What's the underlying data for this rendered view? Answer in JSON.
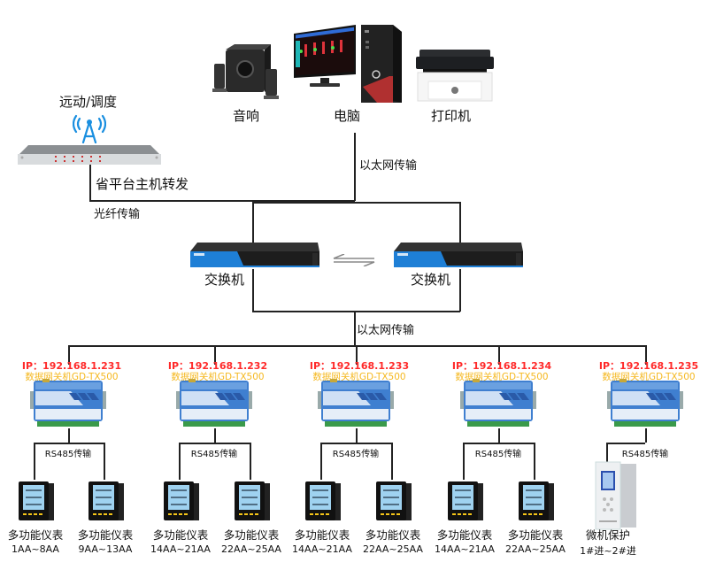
{
  "colors": {
    "ip_text": "#ff2a2a",
    "gateway_text": "#f5b820",
    "line": "#222222",
    "switch_accent": "#1e7fd6",
    "antenna": "#1a8fe0"
  },
  "top_devices": {
    "speaker_label": "音响",
    "computer_label": "电脑",
    "printer_label": "打印机"
  },
  "dispatch": {
    "title": "远动/调度",
    "host_label": "省平台主机转发",
    "fiber_label": "光纤传输"
  },
  "links": {
    "ethernet_top": "以太网传输",
    "ethernet_bottom": "以太网传输"
  },
  "switches": [
    {
      "label": "交换机"
    },
    {
      "label": "交换机"
    }
  ],
  "redundancy_icon": "bidirectional-arrows-icon",
  "gateways": [
    {
      "ip": "IP：192.168.1.231",
      "name": "数据网关机GD-TX500",
      "bus_label": "RS485传输",
      "devices": [
        {
          "type": "meter",
          "label": "多功能仪表",
          "range": "1AA~8AA"
        },
        {
          "type": "meter",
          "label": "多功能仪表",
          "range": "9AA~13AA"
        }
      ]
    },
    {
      "ip": "IP：192.168.1.232",
      "name": "数据网关机GD-TX500",
      "bus_label": "RS485传输",
      "devices": [
        {
          "type": "meter",
          "label": "多功能仪表",
          "range": "14AA~21AA"
        },
        {
          "type": "meter",
          "label": "多功能仪表",
          "range": "22AA~25AA"
        }
      ]
    },
    {
      "ip": "IP：192.168.1.233",
      "name": "数据网关机GD-TX500",
      "bus_label": "RS485传输",
      "devices": [
        {
          "type": "meter",
          "label": "多功能仪表",
          "range": "14AA~21AA"
        },
        {
          "type": "meter",
          "label": "多功能仪表",
          "range": "22AA~25AA"
        }
      ]
    },
    {
      "ip": "IP：192.168.1.234",
      "name": "数据网关机GD-TX500",
      "bus_label": "RS485传输",
      "devices": [
        {
          "type": "meter",
          "label": "多功能仪表",
          "range": "14AA~21AA"
        },
        {
          "type": "meter",
          "label": "多功能仪表",
          "range": "22AA~25AA"
        }
      ]
    },
    {
      "ip": "IP：192.168.1.235",
      "name": "数据网关机GD-TX500",
      "bus_label": "RS485传输",
      "devices": [
        {
          "type": "protection",
          "label": "微机保护",
          "range": "1#进~2#进"
        }
      ]
    }
  ]
}
